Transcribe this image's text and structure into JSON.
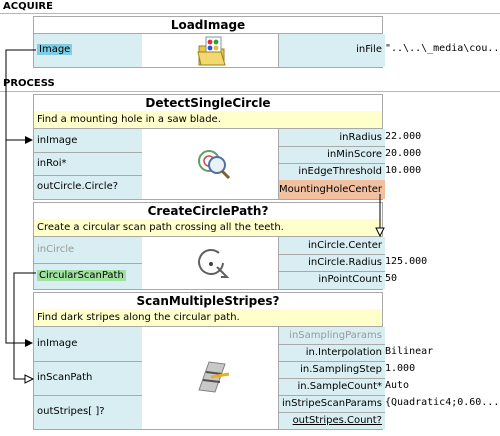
{
  "sections": {
    "acquire": "ACQUIRE",
    "process": "PROCESS"
  },
  "load_image": {
    "title": "LoadImage",
    "input": "Image",
    "output": "inFile",
    "value": "\"..\\..\\_media\\cou..."
  },
  "detect_circle": {
    "title": "DetectSingleCircle",
    "description": "Find a mounting hole in a saw blade.",
    "inputs": [
      "inImage",
      "inRoi*",
      "outCircle.Circle?"
    ],
    "outputs": [
      "inRadius",
      "inMinScore",
      "inEdgeThreshold",
      "MountingHoleCenter"
    ],
    "values": [
      "22.000",
      "20.000",
      "10.000"
    ]
  },
  "create_path": {
    "title": "CreateCirclePath?",
    "description": "Create a circular scan path crossing all the teeth.",
    "inputs": [
      "inCircle",
      "CircularScanPath"
    ],
    "outputs": [
      "inCircle.Center",
      "inCircle.Radius",
      "inPointCount"
    ],
    "values": [
      "",
      "125.000",
      "50"
    ]
  },
  "scan_stripes": {
    "title": "ScanMultipleStripes?",
    "description": "Find dark stripes along the circular path.",
    "inputs": [
      "inImage",
      "inScanPath",
      "outStripes[ ]?"
    ],
    "outputs": [
      "inSamplingParams",
      "in.Interpolation",
      "in.SamplingStep",
      "in.SampleCount*",
      "inStripeScanParams",
      "outStripes.Count?"
    ],
    "values": [
      "",
      "Bilinear",
      "1.000",
      "Auto",
      "{Quadratic4;0.60..."
    ]
  },
  "colors": {
    "port_bg": "#d8eef2",
    "description_bg": "#ffffcc",
    "highlight_blue": "#7fcde3",
    "highlight_green": "#9fe29f",
    "highlight_orange": "#f0c0a0"
  },
  "icons": [
    "load-image-icon",
    "detect-circle-icon",
    "circle-path-icon",
    "scan-stripes-icon"
  ]
}
